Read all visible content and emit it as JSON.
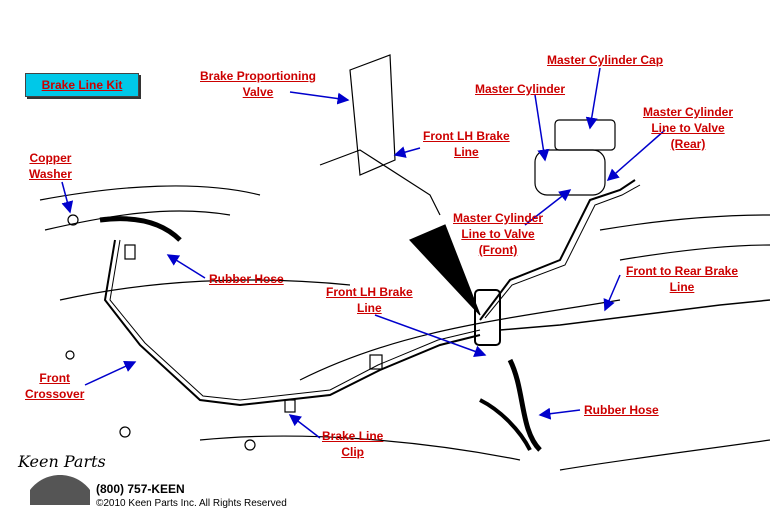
{
  "kit_button": "Brake Line Kit",
  "labels": {
    "brake_proportioning_valve": [
      "Brake Proportioning",
      "Valve"
    ],
    "master_cylinder_cap": [
      "Master Cylinder Cap"
    ],
    "master_cylinder": [
      "Master Cylinder"
    ],
    "master_cylinder_line_rear": [
      "Master Cylinder",
      "Line to Valve",
      "(Rear)"
    ],
    "front_lh_brake_line_top": [
      "Front LH Brake",
      "Line"
    ],
    "copper_washer": [
      "Copper",
      "Washer"
    ],
    "master_cylinder_line_front": [
      "Master Cylinder",
      "Line to Valve",
      "(Front)"
    ],
    "rubber_hose_left": [
      "Rubber Hose"
    ],
    "front_to_rear_brake_line": [
      "Front to Rear Brake",
      "Line"
    ],
    "front_lh_brake_line_mid": [
      "Front LH Brake",
      "Line"
    ],
    "front_crossover": [
      "Front",
      "Crossover"
    ],
    "rubber_hose_right": [
      "Rubber Hose"
    ],
    "brake_line_clip": [
      "Brake Line",
      "Clip"
    ]
  },
  "footer": {
    "logo": "Keen Parts",
    "phone": "(800) 757-KEEN",
    "copyright": "©2010 Keen Parts Inc. All Rights Reserved"
  },
  "colors": {
    "label": "#cc0000",
    "arrow": "#0000cc",
    "kit_button_bg": "#00c8e8",
    "line_art": "#000000"
  }
}
